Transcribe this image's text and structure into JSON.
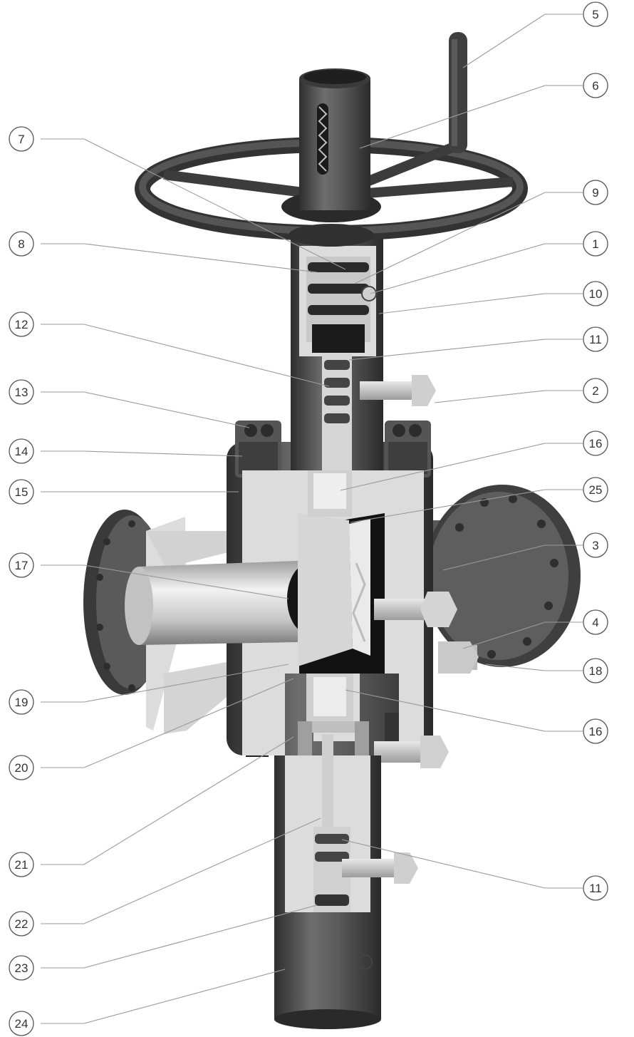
{
  "diagram": {
    "callouts": [
      "1",
      "2",
      "3",
      "4",
      "5",
      "6",
      "7",
      "8",
      "9",
      "10",
      "11",
      "11",
      "12",
      "13",
      "14",
      "15",
      "16",
      "16",
      "17",
      "18",
      "19",
      "20",
      "21",
      "22",
      "23",
      "24",
      "25"
    ]
  },
  "colors": {
    "background": "#ffffff",
    "dark_metal": "#4a4a4a",
    "mid_metal": "#6b6b6b",
    "light_metal": "#b9b9b9",
    "cut_face": "#dcdcdc",
    "cavity": "#111111",
    "leader": "#9a9a9a"
  }
}
